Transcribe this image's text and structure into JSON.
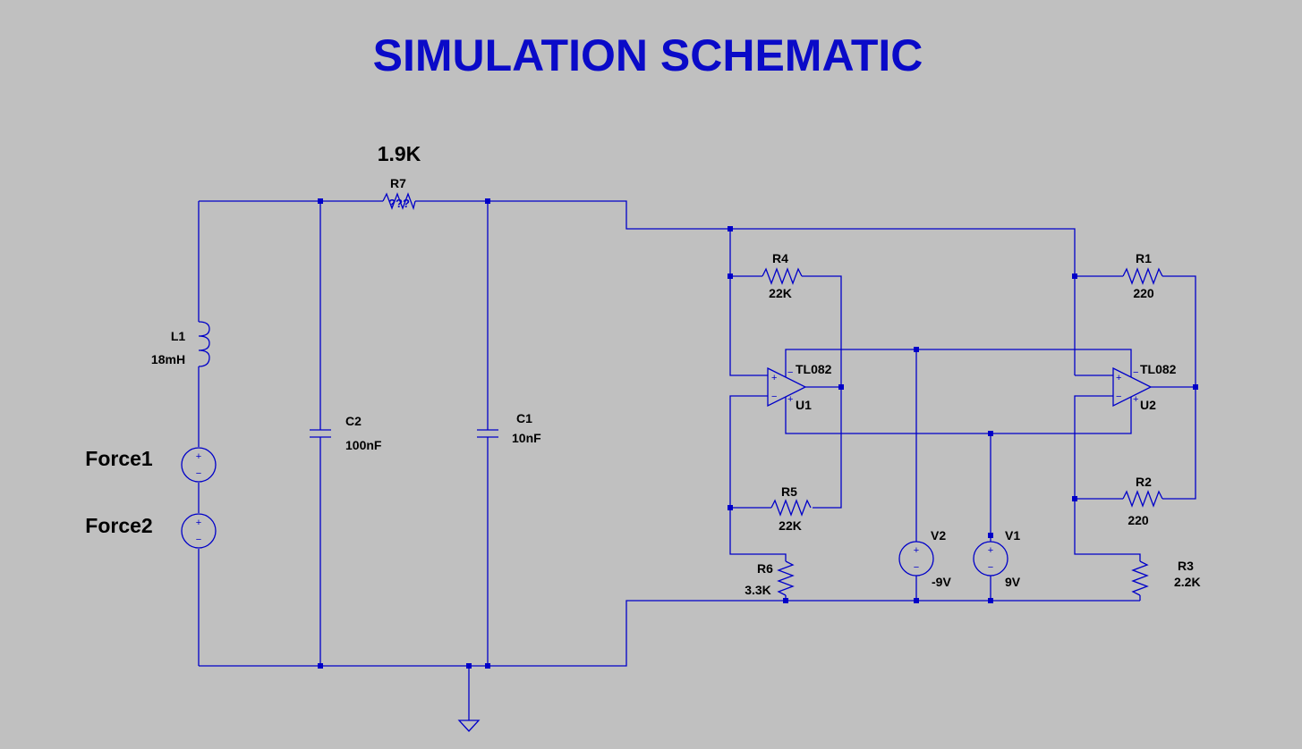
{
  "title": "SIMULATION SCHEMATIC",
  "colors": {
    "background": "#c0c0c0",
    "wire": "#0000c8",
    "title": "#0a0ac8",
    "label": "#000000"
  },
  "components": {
    "R7": {
      "name": "R7",
      "value": "1.9K",
      "value_placeholder": "???"
    },
    "L1": {
      "name": "L1",
      "value": "18mH"
    },
    "C2": {
      "name": "C2",
      "value": "100nF"
    },
    "C1": {
      "name": "C1",
      "value": "10nF"
    },
    "R4": {
      "name": "R4",
      "value": "22K"
    },
    "R5": {
      "name": "R5",
      "value": "22K"
    },
    "R6": {
      "name": "R6",
      "value": "3.3K"
    },
    "R1": {
      "name": "R1",
      "value": "220"
    },
    "R2": {
      "name": "R2",
      "value": "220"
    },
    "R3": {
      "name": "R3",
      "value": "2.2K"
    },
    "U1": {
      "name": "U1",
      "part": "TL082"
    },
    "U2": {
      "name": "U2",
      "part": "TL082"
    },
    "V1": {
      "name": "V1",
      "value": "9V"
    },
    "V2": {
      "name": "V2",
      "value": "-9V"
    }
  },
  "sources": {
    "force1": "Force1",
    "force2": "Force2"
  },
  "symbols": {
    "plus": "+",
    "minus": "−"
  }
}
